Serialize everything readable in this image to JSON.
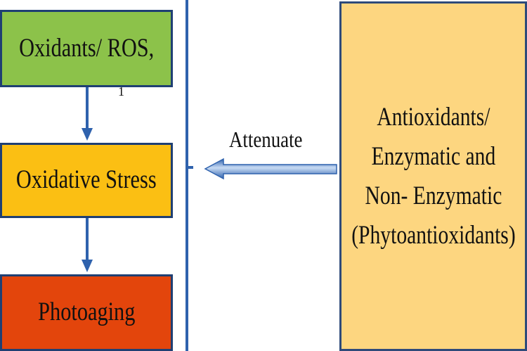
{
  "nodes": {
    "ros": {
      "label": "Oxidants/ ROS,",
      "sublabel": "1"
    },
    "stress": {
      "label": "Oxidative Stress"
    },
    "photoaging": {
      "label": "Photoaging"
    },
    "antioxidants": {
      "lines": [
        "Antioxidants/",
        "Enzymatic and",
        "Non- Enzymatic",
        "(Phytoantioxidants)"
      ]
    }
  },
  "edges": {
    "attenuate": {
      "label": "Attenuate"
    }
  },
  "colors": {
    "ros_fill": "#8cc24a",
    "stress_fill": "#fbbf13",
    "photoaging_fill": "#e3450c",
    "antioxidants_fill": "#fdd680",
    "arrow": "#2f62ad",
    "border": "#1f3f73"
  }
}
